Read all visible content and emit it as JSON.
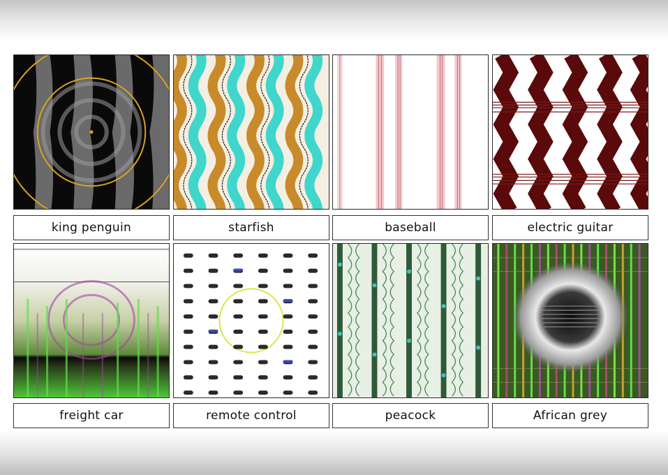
{
  "grid": {
    "items": [
      {
        "label": "king penguin",
        "image_icon": "king-penguin-pattern"
      },
      {
        "label": "starfish",
        "image_icon": "starfish-pattern"
      },
      {
        "label": "baseball",
        "image_icon": "baseball-pattern"
      },
      {
        "label": "electric guitar",
        "image_icon": "electric-guitar-pattern"
      },
      {
        "label": "freight car",
        "image_icon": "freight-car-pattern"
      },
      {
        "label": "remote control",
        "image_icon": "remote-control-pattern"
      },
      {
        "label": "peacock",
        "image_icon": "peacock-pattern"
      },
      {
        "label": "African grey",
        "image_icon": "african-grey-pattern"
      }
    ]
  },
  "colors": {
    "border": "#2a2a2a",
    "penguin_gold": "#d9a520",
    "starfish_teal": "#3fd6cc",
    "starfish_ochre": "#c88a2a",
    "baseball_red": "#c8505a",
    "guitar_maroon": "#5a0a0a",
    "green": "#5ee04a",
    "magenta": "#a04aa0"
  }
}
